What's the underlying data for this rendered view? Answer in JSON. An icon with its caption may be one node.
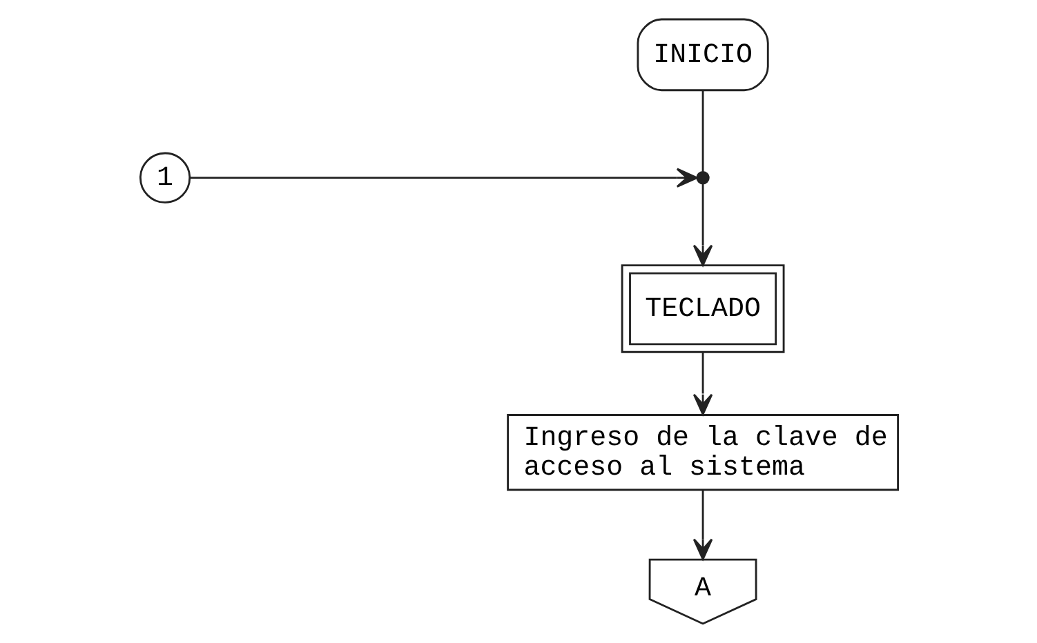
{
  "diagram": {
    "nodes": [
      {
        "text": [
          "INICIO"
        ]
      },
      {
        "text": [],
        "shape": "circle"
      },
      {
        "text": [
          "1"
        ]
      },
      {
        "text": [
          "TECLADO"
        ]
      },
      {
        "text": [
          "Ingreso de la clave de acceso al sistema"
        ]
      },
      {
        "text": [
          "A"
        ]
      }
    ],
    "edges": [
      {
        "from": 0,
        "to": 1,
        "arrow": "none"
      },
      {
        "from": 2,
        "to": 1,
        "arrow": "to"
      },
      {
        "from": 1,
        "to": 3,
        "arrow": "to"
      },
      {
        "from": 3,
        "to": 4,
        "arrow": "to"
      },
      {
        "from": 4,
        "to": 5,
        "arrow": "to"
      }
    ]
  }
}
